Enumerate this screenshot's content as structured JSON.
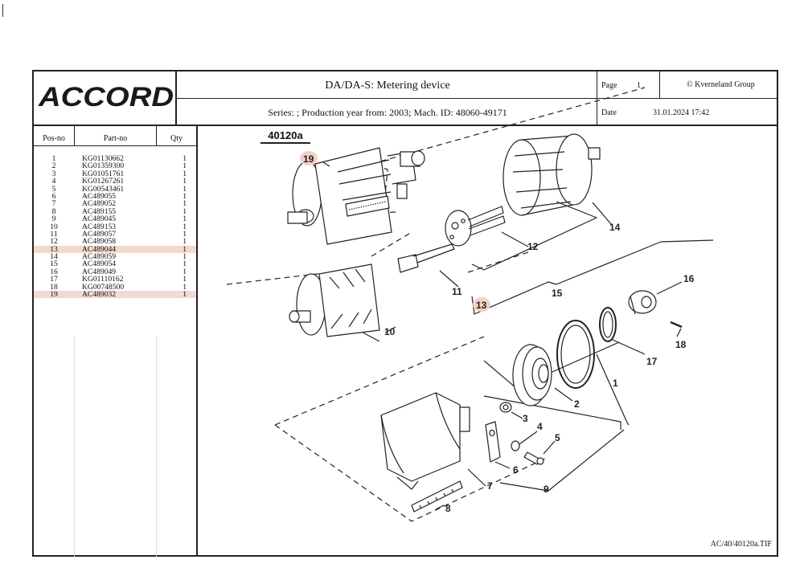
{
  "header": {
    "brand": "ACCORD",
    "title": "DA/DA-S: Metering device",
    "series_line": "Series: ; Production year from: 2003; Mach. ID: 48060-49171",
    "page_label": "Page",
    "page_number": "1",
    "copyright": "© Kverneland Group",
    "date_label": "Date",
    "date_value": "31.01.2024  17:42"
  },
  "table": {
    "columns": [
      "Pos-no",
      "Part-no",
      "Qty"
    ],
    "rows": [
      {
        "pos": "1",
        "part": "KG01130662",
        "qty": "1"
      },
      {
        "pos": "2",
        "part": "KG01359300",
        "qty": "1"
      },
      {
        "pos": "3",
        "part": "KG01051761",
        "qty": "1"
      },
      {
        "pos": "4",
        "part": "KG01267261",
        "qty": "1"
      },
      {
        "pos": "5",
        "part": "KG00543461",
        "qty": "1"
      },
      {
        "pos": "6",
        "part": "AC489055",
        "qty": "1"
      },
      {
        "pos": "7",
        "part": "AC489052",
        "qty": "1"
      },
      {
        "pos": "8",
        "part": "AC489155",
        "qty": "1"
      },
      {
        "pos": "9",
        "part": "AC489045",
        "qty": "1"
      },
      {
        "pos": "10",
        "part": "AC489153",
        "qty": "1"
      },
      {
        "pos": "11",
        "part": "AC489057",
        "qty": "1"
      },
      {
        "pos": "12",
        "part": "AC489058",
        "qty": "1"
      },
      {
        "pos": "13",
        "part": "AC489044",
        "qty": "1"
      },
      {
        "pos": "14",
        "part": "AC489059",
        "qty": "1"
      },
      {
        "pos": "15",
        "part": "AC489054",
        "qty": "1"
      },
      {
        "pos": "16",
        "part": "AC489049",
        "qty": "1"
      },
      {
        "pos": "17",
        "part": "KG01110162",
        "qty": "1"
      },
      {
        "pos": "18",
        "part": "KG00748500",
        "qty": "1"
      },
      {
        "pos": "19",
        "part": "AC489032",
        "qty": "1"
      }
    ],
    "highlighted_positions": [
      "13",
      "19"
    ],
    "highlight_color": "#f3d9cf"
  },
  "diagram": {
    "label": "40120a",
    "callouts": [
      "1",
      "2",
      "3",
      "4",
      "5",
      "6",
      "7",
      "8",
      "9",
      "10",
      "11",
      "12",
      "13",
      "14",
      "15",
      "16",
      "17",
      "18",
      "19"
    ],
    "highlighted_callouts": [
      "13",
      "19"
    ],
    "file_ref": "AC/40/40120a.TIF"
  }
}
